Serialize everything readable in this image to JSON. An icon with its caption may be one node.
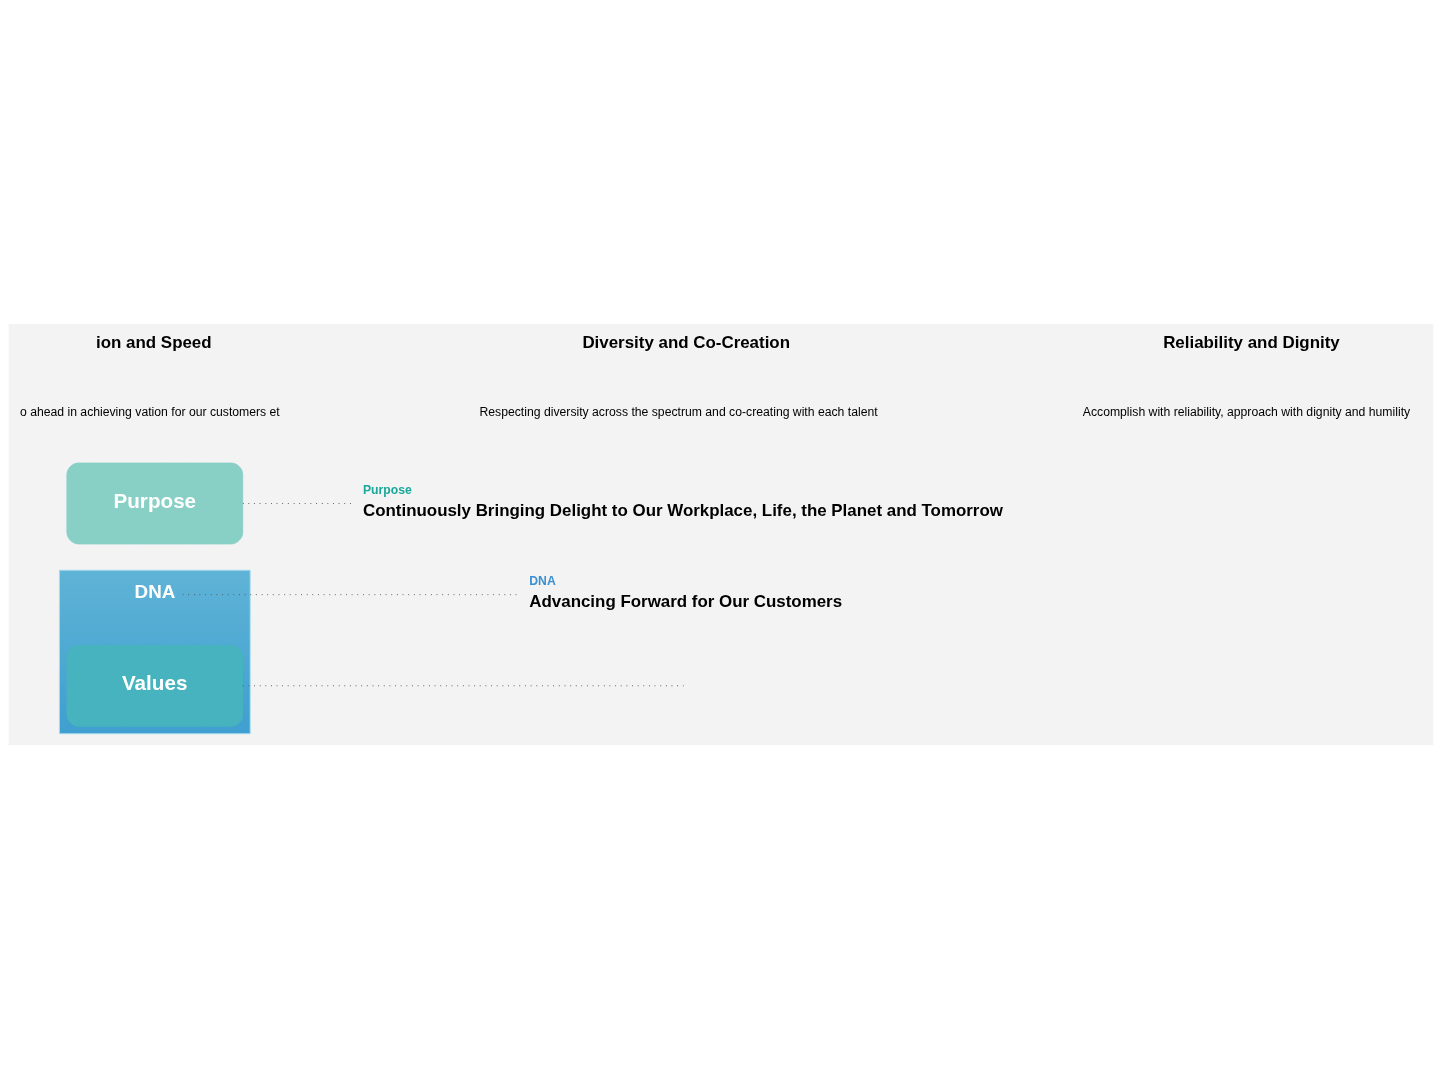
{
  "diagram": {
    "nodes": [
      {
        "text": [],
        "shape": "triangle"
      },
      {
        "text": [
          "Purpose"
        ]
      },
      {
        "text": [
          "DNA"
        ],
        "in": 0
      },
      {
        "text": [
          "Values"
        ],
        "in": 0
      },
      {
        "text": [
          "Purpose",
          "Continuously Bringing Delight to Our Workplace, Life, the Planet and Tomorrow"
        ]
      },
      {
        "text": [
          "DNA",
          "Advancing Forward for Our Customers"
        ]
      }
    ],
    "edges": [
      {
        "from": 1,
        "to": 4,
        "arrow": "none"
      },
      {
        "from": 2,
        "to": 5,
        "arrow": "none"
      },
      {
        "from": 3,
        "to": null,
        "arrow": "none"
      }
    ],
    "labels": [
      "ion and Speed",
      "o ahead in achieving vation for our customers et",
      "Diversity and Co-Creation",
      "Respecting diversity across the spectrum and co-creating with each talent",
      "Reliability and Dignity",
      "Accomplish with reliability, approach with dignity and humility"
    ]
  }
}
